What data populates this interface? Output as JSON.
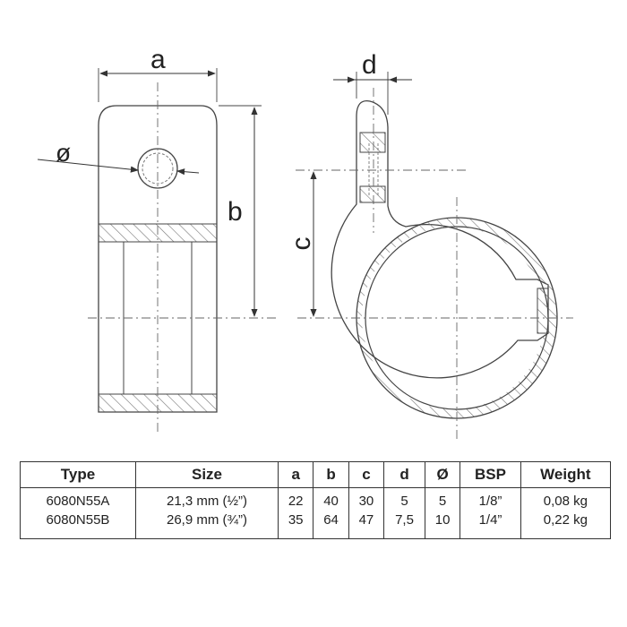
{
  "drawing": {
    "labels": {
      "a": "a",
      "b": "b",
      "c": "c",
      "d": "d",
      "diameter": "ø"
    }
  },
  "table": {
    "headers": [
      "Type",
      "Size",
      "a",
      "b",
      "c",
      "d",
      "Ø",
      "BSP",
      "Weight"
    ],
    "rows": [
      [
        "6080N55A",
        "21,3 mm (½”)",
        "22",
        "40",
        "30",
        "5",
        "5",
        "1/8”",
        "0,08 kg"
      ],
      [
        "6080N55B",
        "26,9 mm (¾”)",
        "35",
        "64",
        "47",
        "7,5",
        "10",
        "1/4”",
        "0,22 kg"
      ]
    ]
  },
  "colors": {
    "line": "#444444",
    "hatch": "#888888",
    "dash": "#666666"
  }
}
